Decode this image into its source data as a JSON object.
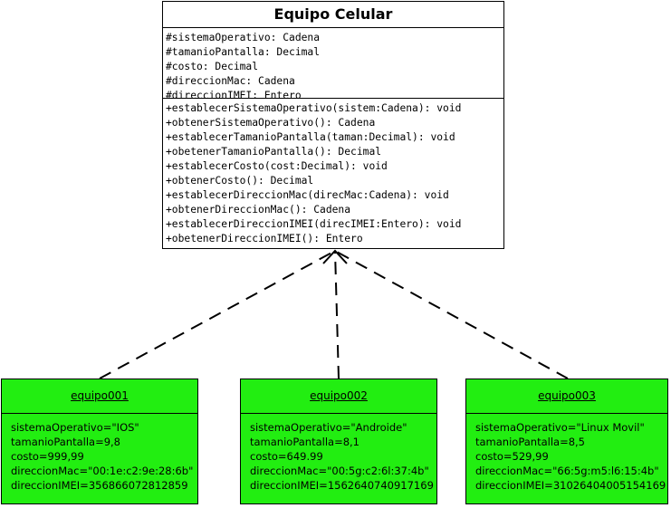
{
  "class": {
    "name": "Equipo Celular",
    "attributes": [
      "#sistemaOperativo: Cadena",
      "#tamanioPantalla: Decimal",
      "#costo: Decimal",
      "#direccionMac: Cadena",
      "#direccionIMEI: Entero"
    ],
    "operations": [
      "+establecerSistemaOperativo(sistem:Cadena): void",
      "+obtenerSistemaOperativo(): Cadena",
      "+establecerTamanioPantalla(taman:Decimal): void",
      "+obetenerTamanioPantalla(): Decimal",
      "+establecerCosto(cost:Decimal): void",
      "+obtenerCosto(): Decimal",
      "+establecerDireccionMac(direcMac:Cadena): void",
      "+obtenerDireccionMac(): Cadena",
      "+establecerDireccionIMEI(direcIMEI:Entero): void",
      "+obetenerDireccionIMEI(): Entero"
    ]
  },
  "objects": [
    {
      "name": "equipo001",
      "values": [
        "sistemaOperativo=\"IOS\"",
        "tamanioPantalla=9,8",
        "costo=999,99",
        "direccionMac=\"00:1e:c2:9e:28:6b\"",
        "direccionIMEI=356866072812859"
      ]
    },
    {
      "name": "equipo002",
      "values": [
        "sistemaOperativo=\"Androide\"",
        "tamanioPantalla=8,1",
        "costo=649.99",
        "direccionMac=\"00:5g:c2:6l:37:4b\"",
        "direccionIMEI=1562640740917169"
      ]
    },
    {
      "name": "equipo003",
      "values": [
        "sistemaOperativo=\"Linux Movil\"",
        "tamanioPantalla=8,5",
        "costo=529,99",
        "direccionMac=\"66:5g:m5:l6:15:4b\"",
        "direccionIMEI=31026404005154169"
      ]
    }
  ],
  "colors": {
    "object_fill": "#22ee11",
    "line": "#000000"
  }
}
